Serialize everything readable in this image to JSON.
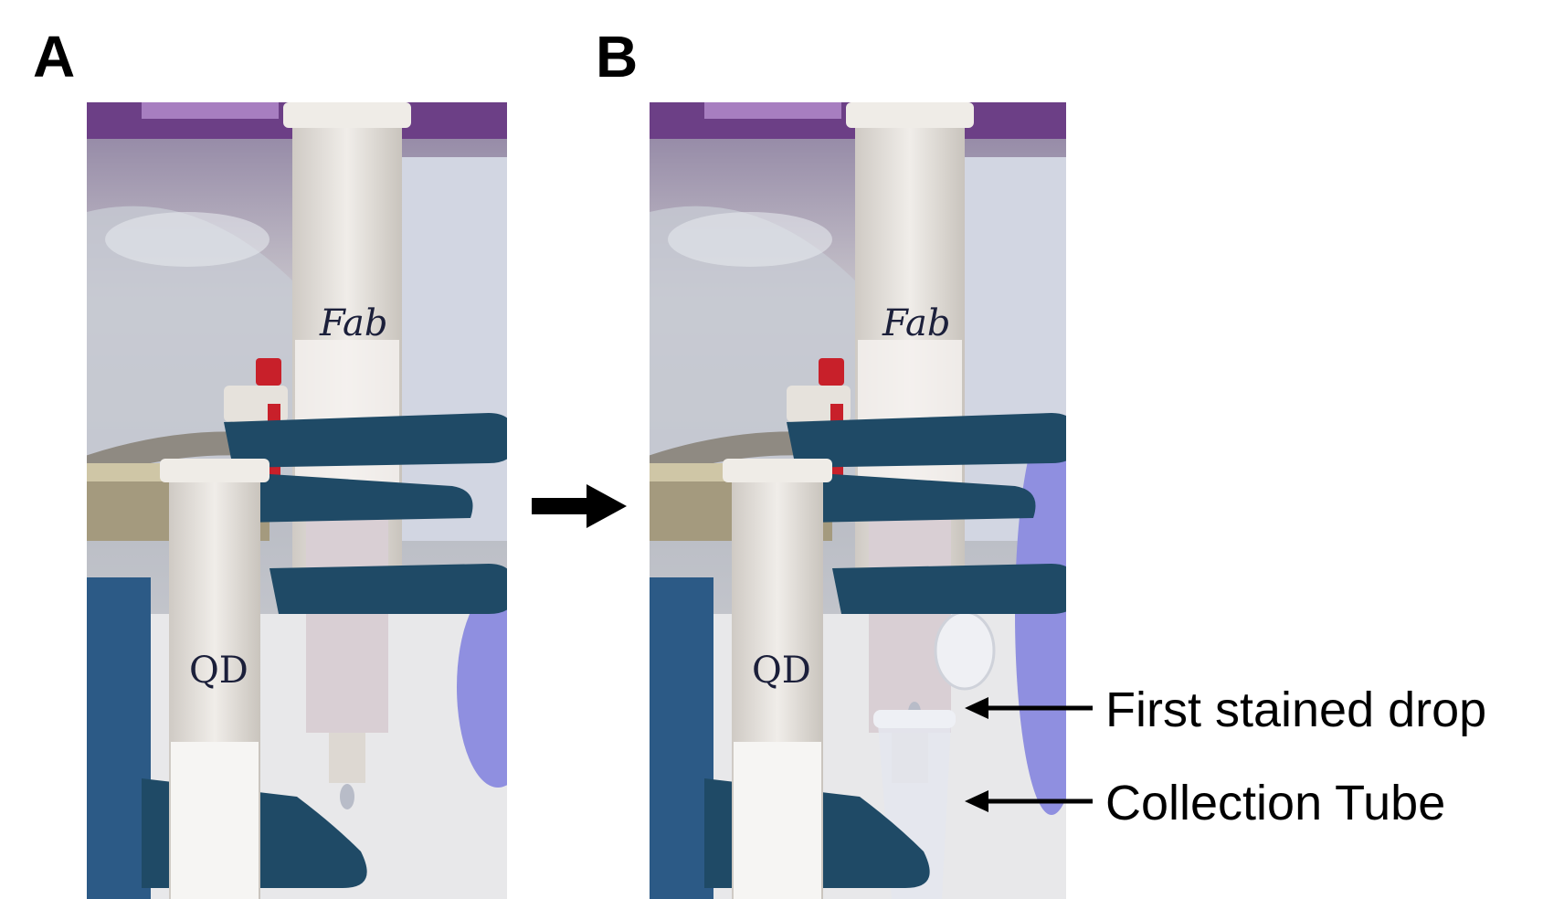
{
  "figure": {
    "panels": [
      {
        "letter": "A"
      },
      {
        "letter": "B"
      }
    ],
    "tubes": {
      "column_label": "Fab",
      "front_label": "QD"
    },
    "callouts": {
      "drop": "First stained drop",
      "tube": "Collection Tube"
    },
    "colors": {
      "background": "#ffffff",
      "clamp_blue": "#1f4a66",
      "tube_white": "#e9e6e2",
      "glove_purple": "#8f8fe0",
      "stopcock_red": "#c8202a",
      "arrow": "#000000"
    }
  }
}
